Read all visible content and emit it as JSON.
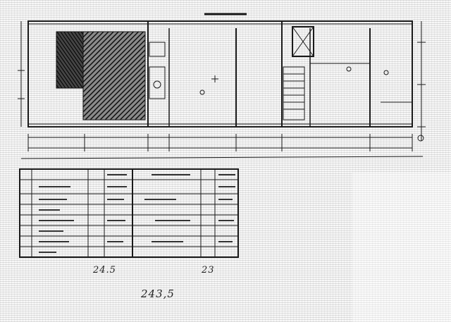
{
  "document": {
    "type": "scanned-floor-plan",
    "annotations": {
      "subtotal_left": "24.5",
      "subtotal_right": "23",
      "grand_total": "243,5"
    }
  },
  "colors": {
    "ink": "#1a1a1a",
    "paper": "#f7f7f7",
    "hatch": "#111111"
  }
}
